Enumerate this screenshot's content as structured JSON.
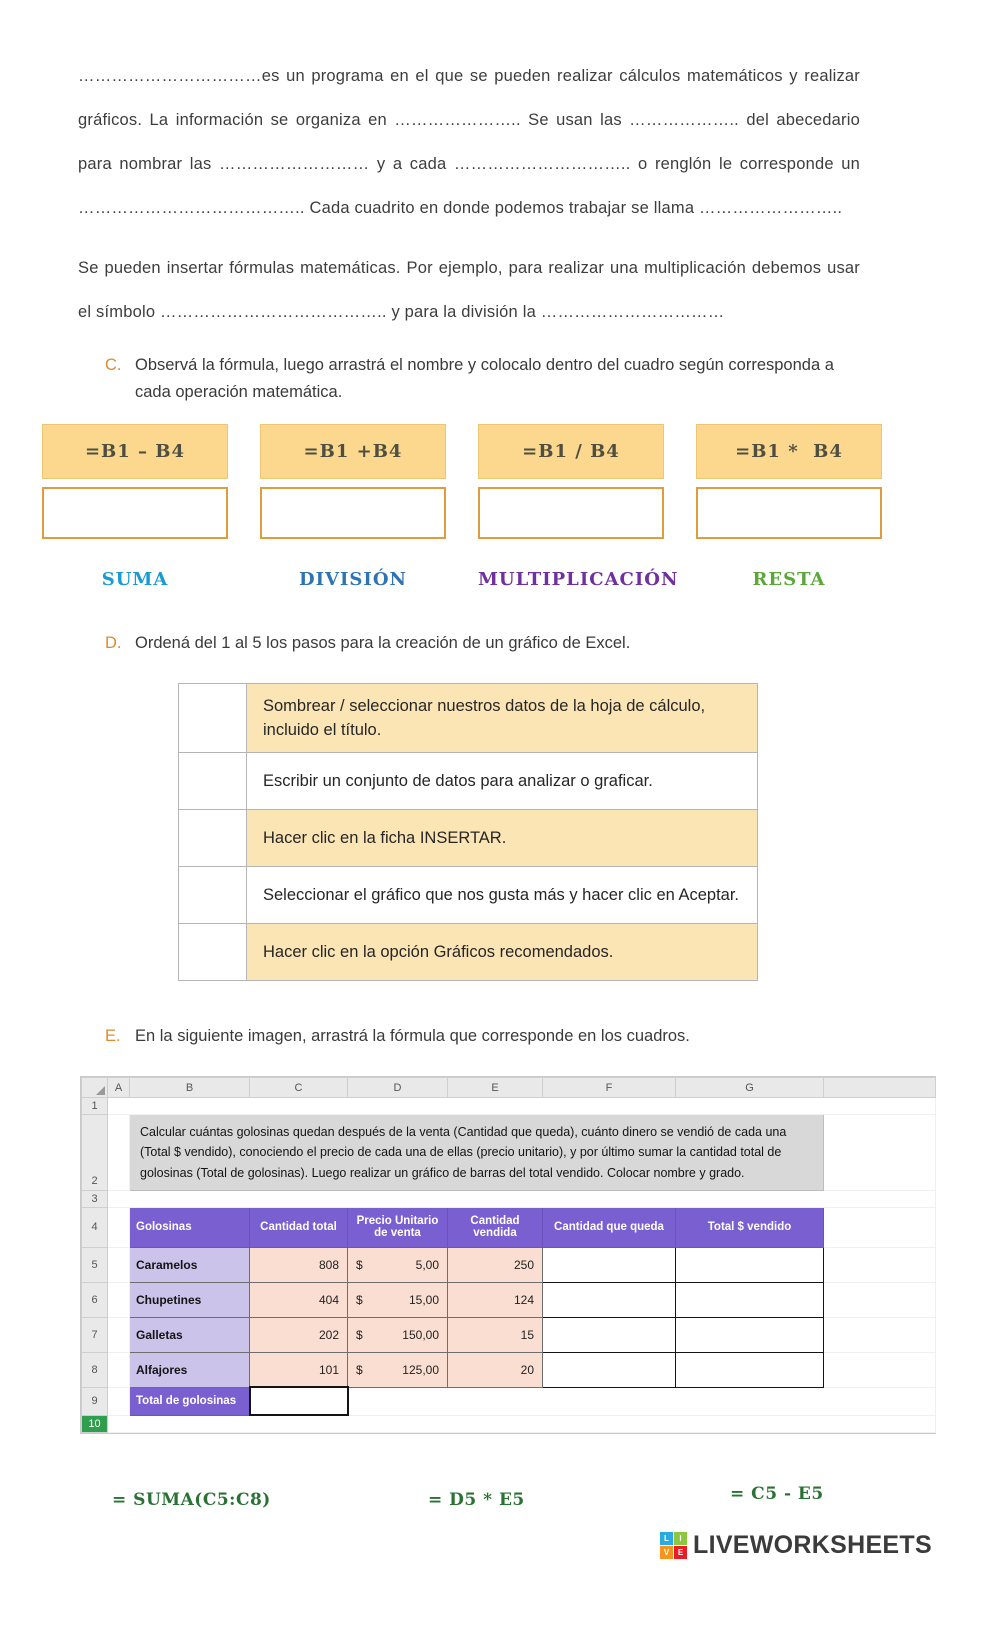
{
  "intro": {
    "p1": "……………………………es un programa en el que se pueden realizar cálculos matemáticos y realizar gráficos. La información se organiza en …………………..  Se usan las ……………….. del abecedario para nombrar las ……………………… y a cada ………………………….. o renglón le corresponde un ………………………………….. Cada cuadrito en donde podemos trabajar se llama ……………………..",
    "p2": "Se pueden insertar fórmulas matemáticas. Por ejemplo, para realizar una multiplicación debemos usar el símbolo ………………………………….. y para la división la ……………………………"
  },
  "section_c": {
    "letter": "C.",
    "title": "Observá la fórmula, luego arrastrá el nombre y colocalo dentro del cuadro según corresponda a cada operación matemática.",
    "formulas": [
      "=B1 – B4",
      "=B1 +B4",
      "=B1 / B4",
      "=B1 *  B4"
    ],
    "words": [
      {
        "label": "SUMA",
        "style": "color:#189ad5"
      },
      {
        "label": "DIVISIÓN",
        "style": "color:#2e74b5"
      },
      {
        "label": "MULTIPLICACIÓN",
        "style": "color:#7030a0"
      },
      {
        "label": "RESTA",
        "style": "color:#5ba839"
      }
    ]
  },
  "section_d": {
    "letter": "D.",
    "title": "Ordená del 1 al 5 los pasos para la creación de un gráfico de Excel.",
    "steps": [
      "Sombrear / seleccionar nuestros datos de la hoja de cálculo, incluido el título.",
      "Escribir un conjunto de datos para analizar o graficar.",
      "Hacer clic en la ficha INSERTAR.",
      "Seleccionar el gráfico que nos gusta más y hacer clic en Aceptar.",
      "Hacer clic en la opción Gráficos recomendados."
    ]
  },
  "section_e": {
    "letter": "E.",
    "title": "En la siguiente imagen, arrastrá la fórmula que corresponde en los cuadros."
  },
  "sheet": {
    "column_headers": [
      "A",
      "B",
      "C",
      "D",
      "E",
      "F",
      "G"
    ],
    "row_numbers": [
      "1",
      "2",
      "3",
      "4",
      "5",
      "6",
      "7",
      "8",
      "9",
      "10"
    ],
    "instruction": "Calcular cuántas golosinas quedan después de la venta (Cantidad que queda), cuánto dinero se vendió de cada una (Total $ vendido), conociendo el precio de cada una de ellas (precio unitario), y por último sumar la cantidad total de golosinas (Total de golosinas). Luego realizar un gráfico de barras del total vendido. Colocar nombre y grado.",
    "headers": [
      "Golosinas",
      "Cantidad total",
      "Precio Unitario de venta",
      "Cantidad vendida",
      "Cantidad que queda",
      "Total $ vendido"
    ],
    "rows": [
      {
        "name": "Caramelos",
        "total": "808",
        "currency": "$",
        "price": "5,00",
        "sold": "250"
      },
      {
        "name": "Chupetines",
        "total": "404",
        "currency": "$",
        "price": "15,00",
        "sold": "124"
      },
      {
        "name": "Galletas",
        "total": "202",
        "currency": "$",
        "price": "150,00",
        "sold": "15"
      },
      {
        "name": "Alfajores",
        "total": "101",
        "currency": "$",
        "price": "125,00",
        "sold": "20"
      }
    ],
    "footer_label": "Total de golosinas"
  },
  "formula_chips": [
    "= SUMA(C5:C8)",
    "= D5 * E5",
    "= C5 - E5"
  ],
  "footer": {
    "brand": "LIVEWORKSHEETS",
    "logo": [
      {
        "letter": "L",
        "style": "background:#29abe2"
      },
      {
        "letter": "I",
        "style": "background:#8dc63f"
      },
      {
        "letter": "V",
        "style": "background:#f7941d"
      },
      {
        "letter": "E",
        "style": "background:#ed1c24"
      }
    ]
  },
  "colors": {
    "accent_orange": "#df9c3f",
    "formula_box_bg": "#fbd88d",
    "steps_tan": "#fbe5b5",
    "sheet_header_purple": "#7a5fd0",
    "name_cell_lavender": "#cbc3e9",
    "data_cell_peach": "#fbded2",
    "chip_green": "#2a7134",
    "word_suma": "#189ad5",
    "word_division": "#2e74b5",
    "word_multiplicacion": "#7030a0",
    "word_resta": "#5ba839"
  }
}
